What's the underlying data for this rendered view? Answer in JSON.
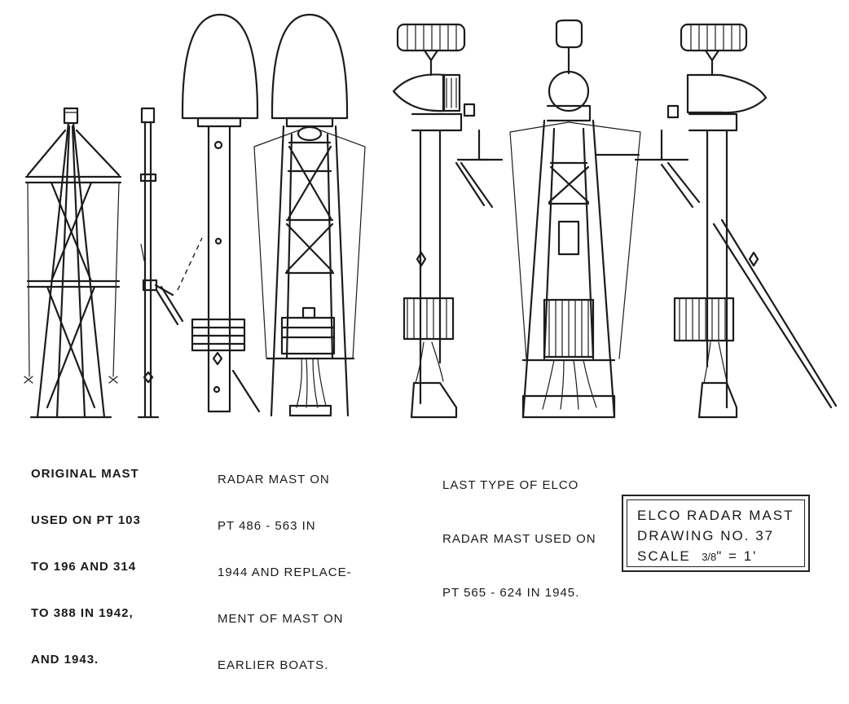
{
  "captions": {
    "original_mast": [
      "ORIGINAL MAST",
      "USED ON PT 103",
      "TO 196 AND 314",
      "TO 388 IN 1942,",
      "AND 1943."
    ],
    "radar_mast_1944": [
      "RADAR MAST ON",
      "PT 486 - 563 IN",
      "1944 AND REPLACE-",
      "MENT OF MAST ON",
      "EARLIER BOATS."
    ],
    "last_type": [
      "LAST TYPE OF ELCO",
      "RADAR MAST USED ON",
      "PT 565 - 624 IN 1945."
    ]
  },
  "title_block": {
    "title": "ELCO RADAR MAST",
    "drawing_no": "DRAWING NO. 37",
    "scale_label": "SCALE",
    "scale_fraction": "3/8",
    "scale_rest": "\" = 1'"
  }
}
